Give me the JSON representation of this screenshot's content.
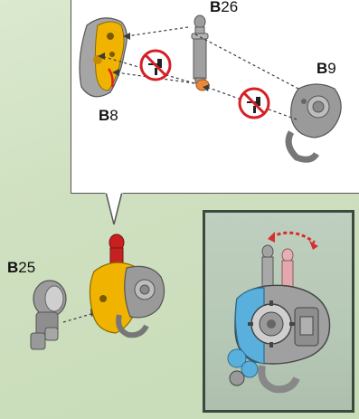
{
  "labels": {
    "b26": {
      "prefix": "B",
      "number": "26"
    },
    "b9": {
      "prefix": "B",
      "number": "9"
    },
    "b8": {
      "prefix": "B",
      "number": "8"
    },
    "b25": {
      "prefix": "B",
      "number": "25"
    }
  },
  "icons": {
    "no_hammer_1": "no-hammer-icon",
    "no_hammer_2": "no-hammer-icon",
    "rotation_arrow": "rotate-arrow-icon"
  },
  "colors": {
    "background": "#d3e4c6",
    "part_grey": "#9a9a9a",
    "part_yellow": "#f0b400",
    "part_red": "#c82020",
    "part_blue": "#5ab0dc",
    "part_pink": "#e7b0b4",
    "prohibit_red": "#d61f26",
    "rotation_red": "#d52f2f",
    "inset_bg": "#b8cab8"
  }
}
